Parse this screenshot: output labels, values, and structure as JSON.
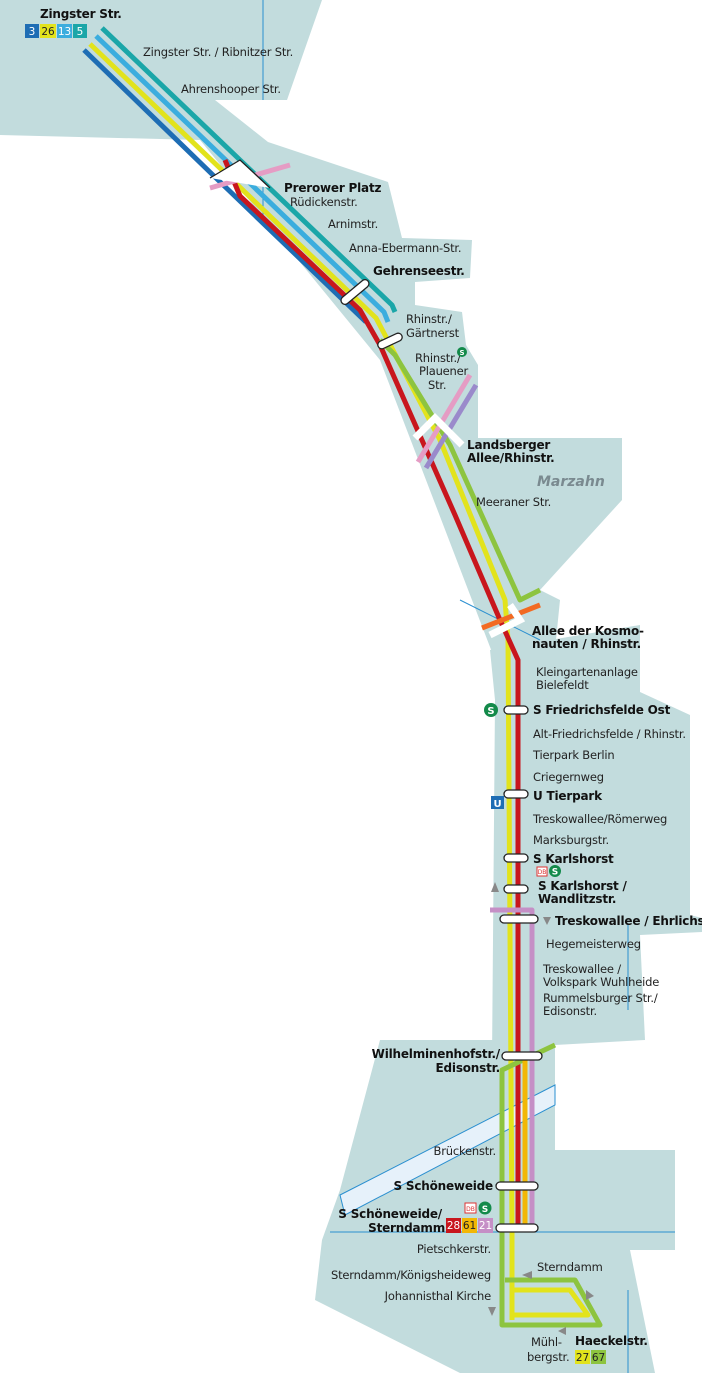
{
  "map": {
    "district": "Marzahn",
    "colors": {
      "background": "#c2dcdd",
      "line3": "#1e6db4",
      "line26": "#e2e31c",
      "line13": "#3badde",
      "line5": "#1ba6a8",
      "line_red": "#c8161d",
      "line_pink": "#e59cc4",
      "line_green": "#8dc43f",
      "line61": "#f2b705",
      "line21": "#c58fc6",
      "line_orange": "#f26a22"
    },
    "terminus_north": {
      "name": "Zingster Str.",
      "lines": [
        "3",
        "26",
        "13",
        "5"
      ]
    },
    "stations": {
      "zingster_ribnitzer": "Zingster Str. / Ribnitzer Str.",
      "ahrenshooper": "Ahrenshooper Str.",
      "prerower": "Prerower Platz",
      "ruedicken": "Rüdickenstr.",
      "arnim": "Arnimstr.",
      "anna_ebermann": "Anna-Ebermann-Str.",
      "gehrensee": "Gehrenseestr.",
      "rhin_gaertner_1": "Rhinstr./",
      "rhin_gaertner_2": "Gärtnerst",
      "rhin_plauener_1": "Rhinstr./",
      "rhin_plauener_2": "Plauener",
      "rhin_plauener_3": "Str.",
      "landsberger_1": "Landsberger",
      "landsberger_2": "Allee/Rhinstr.",
      "meeraner": "Meeraner Str.",
      "kosmonauten_1": "Allee der Kosmo-",
      "kosmonauten_2": "nauten / Rhinstr.",
      "kleingarten_1": "Kleingartenanlage",
      "kleingarten_2": "Bielefeldt",
      "friedrichsfelde_ost": "S Friedrichsfelde Ost",
      "alt_friedrichsfelde": "Alt-Friedrichsfelde / Rhinstr.",
      "tierpark_berlin": "Tierpark Berlin",
      "criegernweg": "Criegernweg",
      "u_tierpark": "U Tierpark",
      "roemerweg": "Treskowallee/Römerweg",
      "marksburg": "Marksburgstr.",
      "s_karlshorst": "S Karlshorst",
      "karlshorst_wandlitz_1": "S Karlshorst /",
      "karlshorst_wandlitz_2": "Wandlitzstr.",
      "ehrlichstr": "Treskowallee / Ehrlichstr.",
      "hegemeisterweg": "Hegemeisterweg",
      "wuhlheide_1": "Treskowallee /",
      "wuhlheide_2": "Volkspark Wuhlheide",
      "rummelsburger_1": "Rummelsburger Str./",
      "rummelsburger_2": "Edisonstr.",
      "wilhelminenhof_1": "Wilhelminenhofstr./",
      "wilhelminenhof_2": "Edisonstr.",
      "brueckenstr": "Brückenstr.",
      "s_schoeneweide": "S Schöneweide",
      "schoeneweide_sterndamm_1": "S Schöneweide/",
      "schoeneweide_sterndamm_2": "Sterndamm",
      "pietschker": "Pietschkerstr.",
      "koenigsheideweg": "Sterndamm/Königsheideweg",
      "johannisthal": "Johannisthal Kirche",
      "sterndamm": "Sterndamm",
      "muehlberg_1": "Mühl-",
      "muehlberg_2": "bergstr.",
      "haeckel": "Haeckelstr."
    },
    "schoeneweide_lines": [
      "28",
      "61",
      "21"
    ],
    "haeckel_lines": [
      "27",
      "67"
    ],
    "icons": {
      "sbahn": "S",
      "ubahn": "U",
      "db": "DB"
    }
  }
}
